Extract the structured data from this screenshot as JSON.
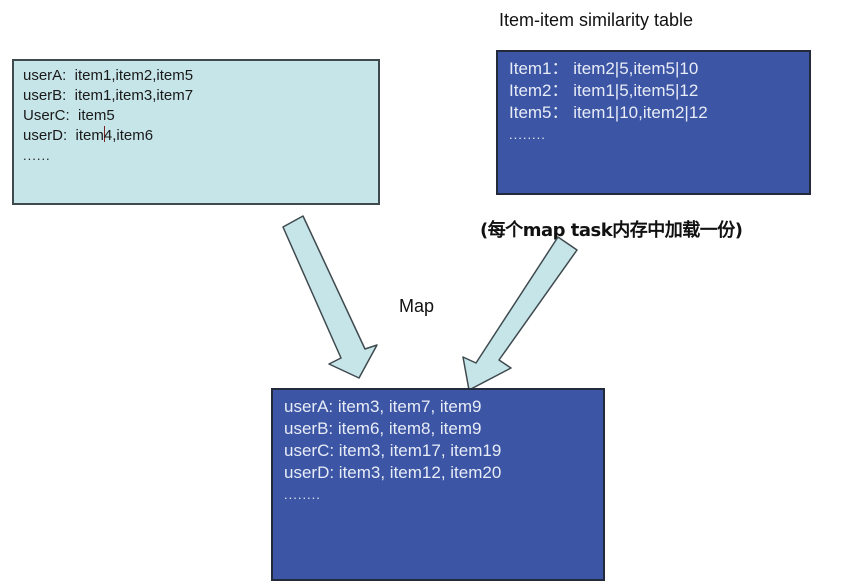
{
  "input_table": {
    "rows": [
      "userA:  item1,item2,item5",
      "userB:  item1,item3,item7",
      "UserC:  item5",
      "userD:  item",
      "......"
    ],
    "row4_suffix": "4,item6",
    "colors": {
      "fill": "#c6e5e8",
      "text": "#1a1a1a"
    }
  },
  "similarity_table": {
    "title": "Item-item similarity table",
    "rows": [
      "Item1： item2|5,item5|10",
      "Item2： item1|5,item5|12",
      "Item5： item1|10,item2|12",
      "........"
    ],
    "colors": {
      "fill": "#3c56a5",
      "text": "#e8ecf6"
    }
  },
  "note": "(每个map task内存中加载一份)",
  "map_label": "Map",
  "output_table": {
    "rows": [
      "userA: item3, item7, item9",
      "userB: item6, item8, item9",
      "userC: item3, item17, item19",
      "userD: item3, item12, item20",
      "........"
    ],
    "colors": {
      "fill": "#3c56a5",
      "text": "#e8ecf6"
    }
  },
  "arrows": [
    {
      "name": "input-to-output-arrow",
      "from": "input_table",
      "to": "output_table"
    },
    {
      "name": "similarity-to-output-arrow",
      "from": "similarity_table",
      "to": "output_table"
    }
  ],
  "arrow_color": "#c6e5e8"
}
